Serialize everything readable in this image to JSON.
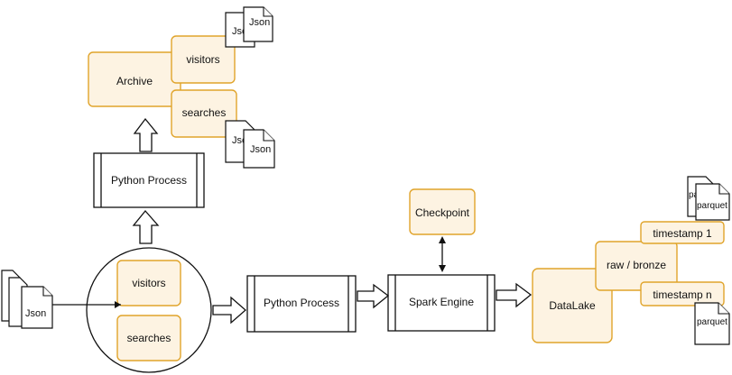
{
  "diagram": {
    "archive": "Archive",
    "top_visitors": "visitors",
    "top_searches": "searches",
    "python_process_top": "Python Process",
    "json_file_1": "Json",
    "json_file_1_back": "Jso",
    "json_file_2": "Json",
    "json_file_2_back": "Jso",
    "json_input": "Json",
    "source_visitors": "visitors",
    "source_searches": "searches",
    "python_process_main": "Python Process",
    "spark_engine": "Spark Engine",
    "checkpoint": "Checkpoint",
    "datalake": "DataLake",
    "raw_bronze": "raw / bronze",
    "timestamp_1": "timestamp 1",
    "timestamp_n": "timestamp n",
    "parquet_top_back": "parq",
    "parquet_top": "parquet",
    "parquet_bottom": "parquet"
  },
  "colors": {
    "orange_stroke": "#e0a42b",
    "orange_fill": "#fdf3e2",
    "ink": "#111111"
  }
}
